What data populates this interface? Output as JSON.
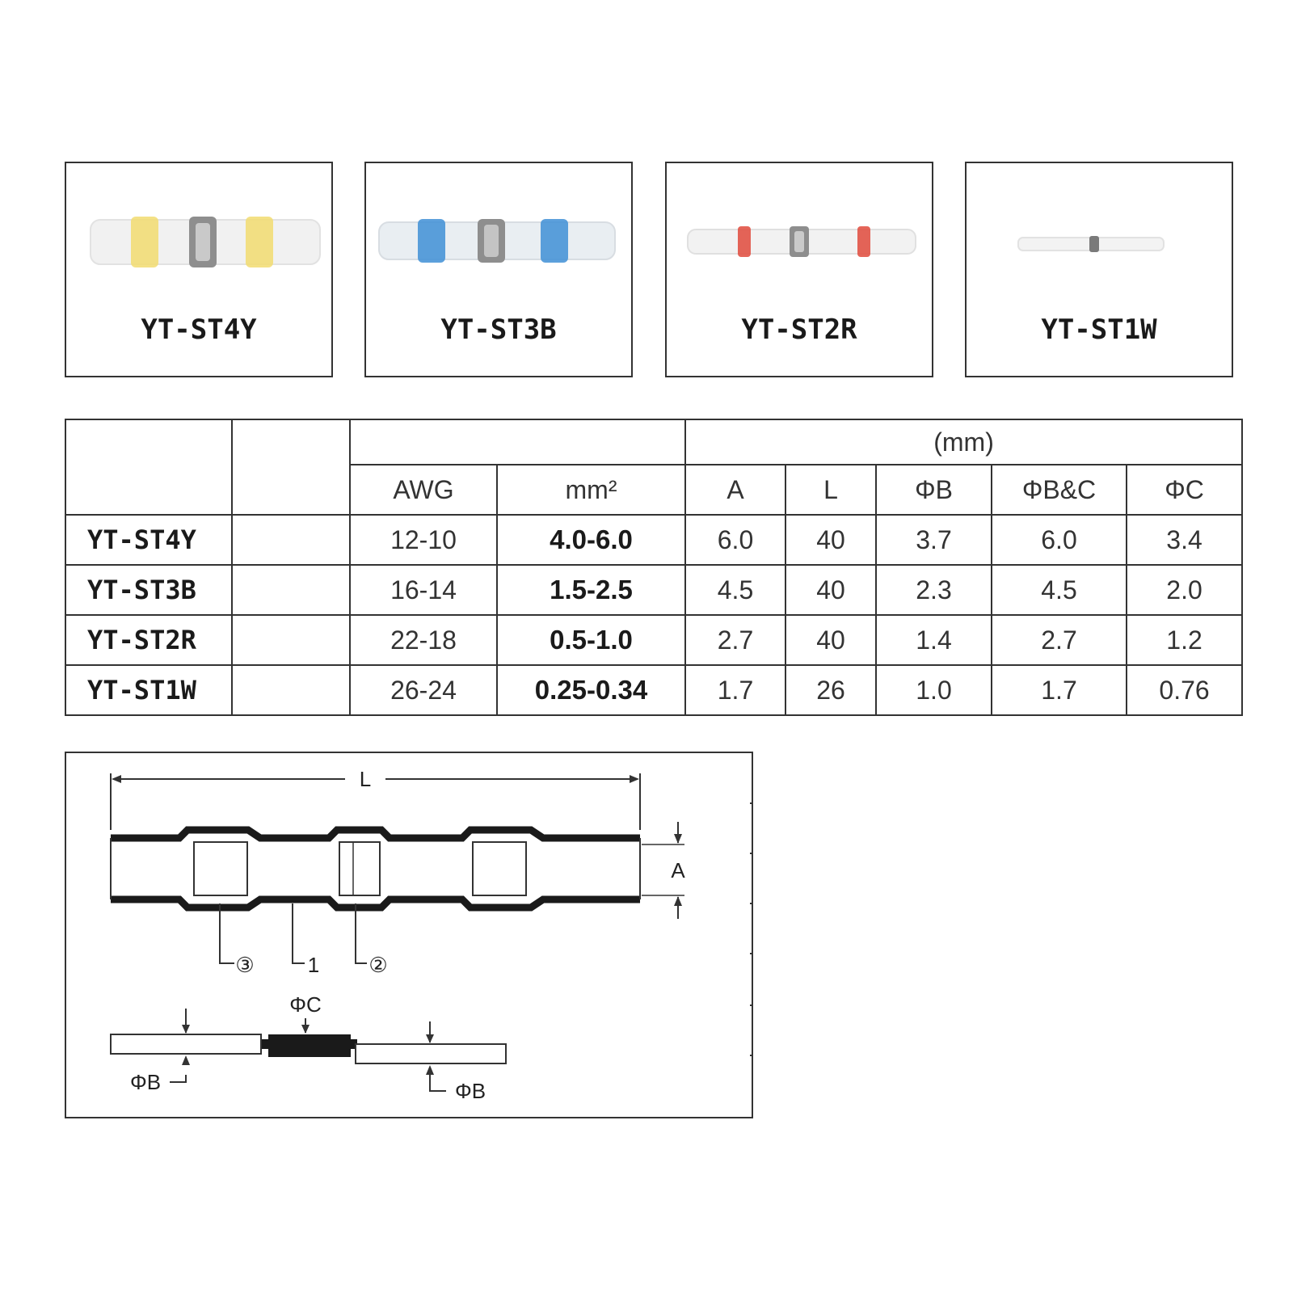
{
  "products": [
    {
      "model": "YT-ST4Y",
      "band_color": "#f2dc70"
    },
    {
      "model": "YT-ST3B",
      "band_color": "#3f8fd6"
    },
    {
      "model": "YT-ST2R",
      "band_color": "#e04a3c"
    },
    {
      "model": "YT-ST1W",
      "band_color": "#dcdcdc"
    }
  ],
  "table": {
    "unit_header": "(mm)",
    "columns": [
      "AWG",
      "mm²",
      "A",
      "L",
      "ΦB",
      "ΦB&C",
      "ΦC"
    ],
    "rows": [
      {
        "model": "YT-ST4Y",
        "cells": [
          "12-10",
          "4.0-6.0",
          "6.0",
          "40",
          "3.7",
          "6.0",
          "3.4"
        ]
      },
      {
        "model": "YT-ST3B",
        "cells": [
          "16-14",
          "1.5-2.5",
          "4.5",
          "40",
          "2.3",
          "4.5",
          "2.0"
        ]
      },
      {
        "model": "YT-ST2R",
        "cells": [
          "22-18",
          "0.5-1.0",
          "2.7",
          "40",
          "1.4",
          "2.7",
          "1.2"
        ]
      },
      {
        "model": "YT-ST1W",
        "cells": [
          "26-24",
          "0.25-0.34",
          "1.7",
          "26",
          "1.0",
          "1.7",
          "0.76"
        ]
      }
    ]
  },
  "diagram": {
    "dim_L": "L",
    "dim_A": "A",
    "callout_3": "③",
    "callout_1": "1",
    "callout_2": "②",
    "dim_PhiC": "ΦC",
    "dim_PhiB_left": "ΦB",
    "dim_PhiB_right": "ΦB"
  }
}
